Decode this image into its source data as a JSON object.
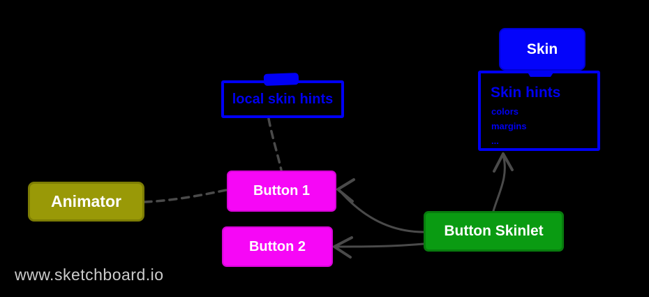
{
  "watermark": "www.sketchboard.io",
  "colors": {
    "background": "#000000",
    "node_blue": "#0404fa",
    "outline_blue": "#0000f5",
    "blue_text": "#0000f0",
    "node_magenta": "#f607f6",
    "node_olive": "#999907",
    "node_green": "#0a9b12",
    "edge_gray": "#4a4a4a",
    "label_white": "#ffffff",
    "watermark_gray": "#cccccc"
  },
  "nodes": {
    "skin": {
      "label": "Skin"
    },
    "skin_hints": {
      "title": "Skin hints",
      "items": [
        "colors",
        "margins",
        "..."
      ]
    },
    "local_skin_hints": {
      "label": "local skin hints"
    },
    "animator": {
      "label": "Animator"
    },
    "button1": {
      "label": "Button 1"
    },
    "button2": {
      "label": "Button 2"
    },
    "button_skinlet": {
      "label": "Button Skinlet"
    }
  },
  "edges": [
    {
      "from": "local_skin_hints",
      "to": "button1",
      "style": "dashed",
      "arrow": false
    },
    {
      "from": "animator",
      "to": "button1",
      "style": "dashed",
      "arrow": false
    },
    {
      "from": "button_skinlet",
      "to": "button1",
      "style": "solid",
      "arrow": true
    },
    {
      "from": "button_skinlet",
      "to": "button2",
      "style": "solid",
      "arrow": true
    },
    {
      "from": "button_skinlet",
      "to": "skin_hints",
      "style": "solid",
      "arrow": true
    }
  ]
}
